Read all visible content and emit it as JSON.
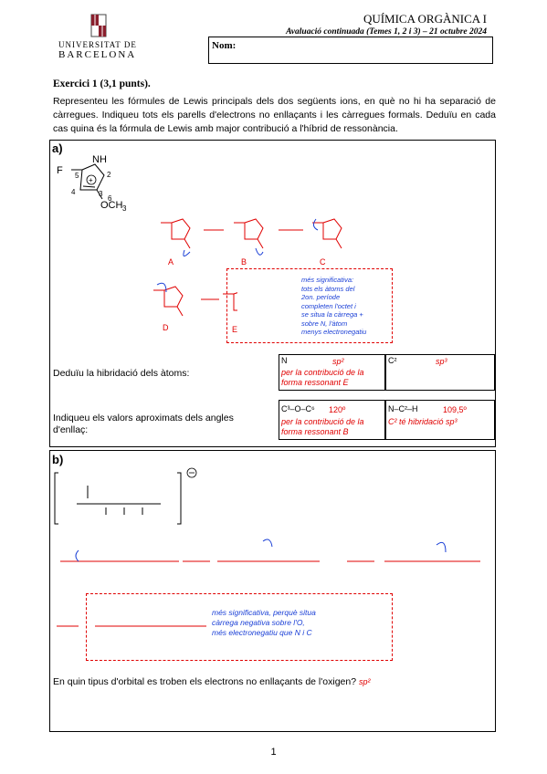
{
  "header": {
    "university_line1": "UNIVERSITAT DE",
    "university_line2": "BARCELONA",
    "course_title": "QUÍMICA ORGÀNICA I",
    "subtitle": "Avaluació continuada (Temes 1, 2 i 3) – 21 octubre 2024",
    "name_label": "Nom:"
  },
  "exercise": {
    "title": "Exercici 1 (3,1 punts).",
    "intro": "Representeu les fórmules de Lewis principals dels dos següents ions, en què no hi ha separació de càrregues. Indiqueu tots els parells d'electrons no enllaçants i les càrregues formals. Deduïu en cada cas quina és la fórmula de Lewis amb  major contribució a l'híbrid de ressonància."
  },
  "part_a": {
    "label": "a)",
    "ring_labels": {
      "F": "F",
      "NH": "N",
      "H": "H",
      "n2": "2",
      "n3": "3",
      "n4": "4",
      "n5": "5",
      "n6": "6",
      "och3": "OCH",
      "sub3": "3",
      "plus": "+"
    },
    "structures": [
      "A",
      "B",
      "C",
      "D",
      "E"
    ],
    "annotation": [
      "més significativa:",
      "tots els àtoms del",
      "2on. període",
      "completen l'octet i",
      "se situa la càrrega +",
      "sobre N, l'àtom",
      "menys electronegatiu"
    ],
    "hybrid_question": "Deduïu la hibridació dels àtoms:",
    "angle_question": "Indiqueu els valors aproximats dels angles d'enllaç:",
    "cell_N": {
      "atom": "N",
      "value": "sp²",
      "note": "per la contribució de la forma ressonant E"
    },
    "cell_C2": {
      "atom": "C²",
      "value": "sp³"
    },
    "cell_angle1": {
      "atom": "C³–O–C⁶",
      "value": "120º",
      "note": "per la contribució de la forma ressonant B"
    },
    "cell_angle2": {
      "atom": "N–C²–H",
      "value": "109,5º",
      "note": "C² té hibridació sp³"
    }
  },
  "part_b": {
    "label": "b)",
    "annotation": [
      "més significativa, perquè situa",
      "càrrega negativa sobre l'O,",
      "més electronegatiu que N i C"
    ],
    "orbital_question": "En quin tipus d'orbital es troben els electrons no enllaçants de l'oxigen?",
    "orbital_answer": "sp²"
  },
  "colors": {
    "answer": "#e00000",
    "arrow": "#1a3fd6"
  },
  "page_number": "1"
}
